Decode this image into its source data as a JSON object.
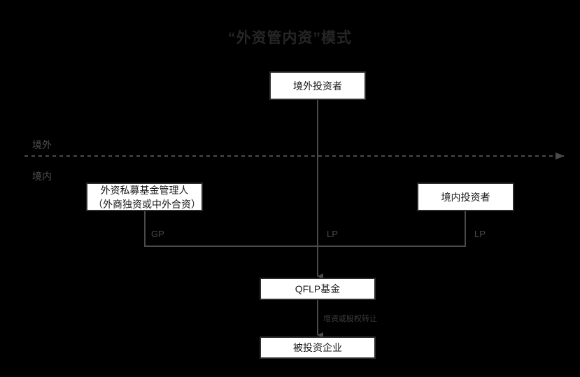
{
  "diagram": {
    "title": "“外资管内资”模式",
    "type": "flow-diagram",
    "background_color": "#000000",
    "line_color": "#4a4a4a",
    "box_fill_color": "#ffffff",
    "box_border_color": "#2b2b2b",
    "zones": [
      {
        "id": "offshore",
        "label": "境外"
      },
      {
        "id": "onshore",
        "label": "境内"
      }
    ],
    "nodes": [
      {
        "id": "offshore-investor",
        "label": "境外投资者"
      },
      {
        "id": "fund-manager",
        "label": "外资私募基金管理人\n（外商独资或中外合资）"
      },
      {
        "id": "domestic-investor",
        "label": "境内投资者"
      },
      {
        "id": "qflp-fund",
        "label": "QFLP基金"
      },
      {
        "id": "portfolio-company",
        "label": "被投资企业"
      }
    ],
    "edge_labels": {
      "gp": "GP",
      "lp_middle": "LP",
      "lp_right": "LP",
      "capital_increase": "增资或股权转让"
    }
  }
}
